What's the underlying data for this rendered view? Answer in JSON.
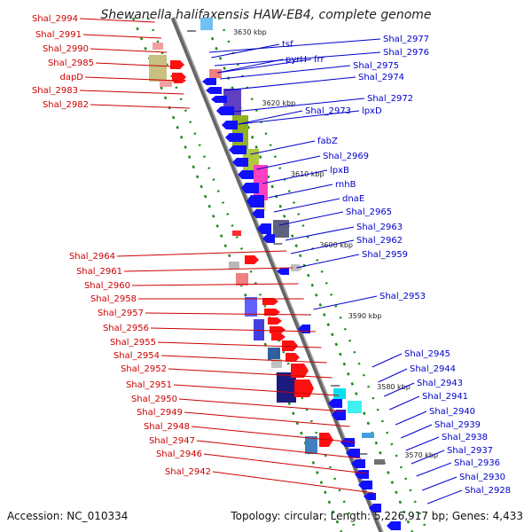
{
  "title": "Shewanella halifaxensis HAW-EB4, complete genome",
  "footer": {
    "accession": "Accession: NC_010334",
    "stats": "Topology: circular; Length: 5,226,917 bp; Genes: 4,433"
  },
  "colors": {
    "left_labels": "#cc0000",
    "right_labels": "#0000cc"
  },
  "ticks": [
    "3630 kbp",
    "3620 kbp",
    "3610 kbp",
    "3600 kbp",
    "3590 kbp",
    "3580 kbp",
    "3570 kbp"
  ],
  "left_labels": [
    "Shal_2994",
    "Shal_2991",
    "Shal_2990",
    "Shal_2985",
    "dapD",
    "Shal_2983",
    "Shal_2982",
    "Shal_2964",
    "Shal_2961",
    "Shal_2960",
    "Shal_2958",
    "Shal_2957",
    "Shal_2956",
    "Shal_2955",
    "Shal_2954",
    "Shal_2952",
    "Shal_2951",
    "Shal_2950",
    "Shal_2949",
    "Shal_2948",
    "Shal_2947",
    "Shal_2946",
    "Shal_2942"
  ],
  "right_labels": [
    "tsf",
    "pyrH",
    "frr",
    "Shal_2977",
    "Shal_2976",
    "Shal_2975",
    "Shal_2974",
    "Shal_2973",
    "Shal_2972",
    "lpxD",
    "fabZ",
    "Shal_2969",
    "lpxB",
    "rnhB",
    "dnaE",
    "Shal_2965",
    "Shal_2963",
    "Shal_2962",
    "Shal_2959",
    "Shal_2953",
    "Shal_2945",
    "Shal_2944",
    "Shal_2943",
    "Shal_2941",
    "Shal_2940",
    "Shal_2939",
    "Shal_2938",
    "Shal_2937",
    "Shal_2936",
    "Shal_2930",
    "Shal_2928"
  ]
}
